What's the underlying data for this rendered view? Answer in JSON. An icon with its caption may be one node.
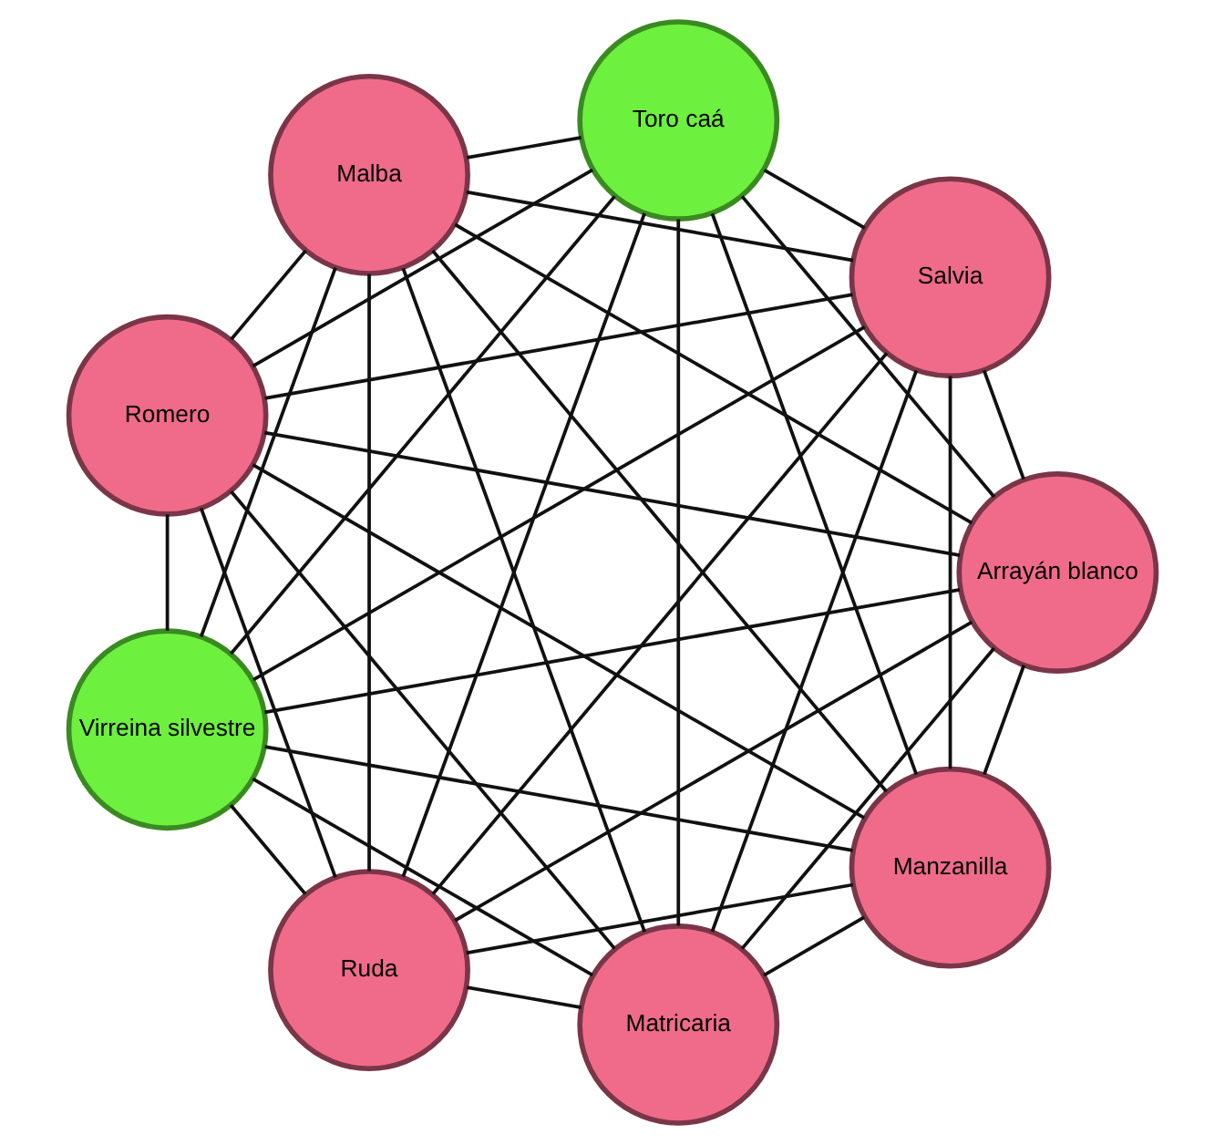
{
  "diagram": {
    "nodes": [
      {
        "text": [
          "Manzanilla"
        ]
      },
      {
        "text": [
          "Arrayán blanco"
        ]
      },
      {
        "text": [
          "Ruda"
        ]
      },
      {
        "text": [
          "Virreina silvestre"
        ]
      },
      {
        "text": [
          "Romero"
        ]
      },
      {
        "text": [
          "Malba"
        ]
      },
      {
        "text": [
          "Toro caá"
        ]
      },
      {
        "text": [
          "Salvia"
        ]
      },
      {
        "text": [
          "Matricaria"
        ]
      }
    ],
    "edges": [
      {
        "from": 0,
        "to": 1,
        "arrow": "none"
      },
      {
        "from": 0,
        "to": 2,
        "arrow": "none"
      },
      {
        "from": 0,
        "to": 3,
        "arrow": "none"
      },
      {
        "from": 0,
        "to": 4,
        "arrow": "none"
      },
      {
        "from": 0,
        "to": 5,
        "arrow": "none"
      },
      {
        "from": 0,
        "to": 6,
        "arrow": "none"
      },
      {
        "from": 0,
        "to": 7,
        "arrow": "none"
      },
      {
        "from": 0,
        "to": 8,
        "arrow": "none"
      },
      {
        "from": 1,
        "to": 2,
        "arrow": "none"
      },
      {
        "from": 1,
        "to": 3,
        "arrow": "none"
      },
      {
        "from": 1,
        "to": 4,
        "arrow": "none"
      },
      {
        "from": 1,
        "to": 5,
        "arrow": "none"
      },
      {
        "from": 1,
        "to": 6,
        "arrow": "none"
      },
      {
        "from": 1,
        "to": 7,
        "arrow": "none"
      },
      {
        "from": 1,
        "to": 8,
        "arrow": "none"
      },
      {
        "from": 2,
        "to": 3,
        "arrow": "none"
      },
      {
        "from": 2,
        "to": 4,
        "arrow": "none"
      },
      {
        "from": 2,
        "to": 5,
        "arrow": "none"
      },
      {
        "from": 2,
        "to": 6,
        "arrow": "none"
      },
      {
        "from": 2,
        "to": 7,
        "arrow": "none"
      },
      {
        "from": 2,
        "to": 8,
        "arrow": "none"
      },
      {
        "from": 3,
        "to": 4,
        "arrow": "none"
      },
      {
        "from": 3,
        "to": 5,
        "arrow": "none"
      },
      {
        "from": 3,
        "to": 6,
        "arrow": "none"
      },
      {
        "from": 3,
        "to": 7,
        "arrow": "none"
      },
      {
        "from": 3,
        "to": 8,
        "arrow": "none"
      },
      {
        "from": 4,
        "to": 5,
        "arrow": "none"
      },
      {
        "from": 4,
        "to": 6,
        "arrow": "none"
      },
      {
        "from": 4,
        "to": 7,
        "arrow": "none"
      },
      {
        "from": 4,
        "to": 8,
        "arrow": "none"
      },
      {
        "from": 5,
        "to": 6,
        "arrow": "none"
      },
      {
        "from": 5,
        "to": 7,
        "arrow": "none"
      },
      {
        "from": 5,
        "to": 8,
        "arrow": "none"
      },
      {
        "from": 6,
        "to": 7,
        "arrow": "none"
      },
      {
        "from": 6,
        "to": 8,
        "arrow": "none"
      },
      {
        "from": 7,
        "to": 8,
        "arrow": "none"
      }
    ]
  }
}
